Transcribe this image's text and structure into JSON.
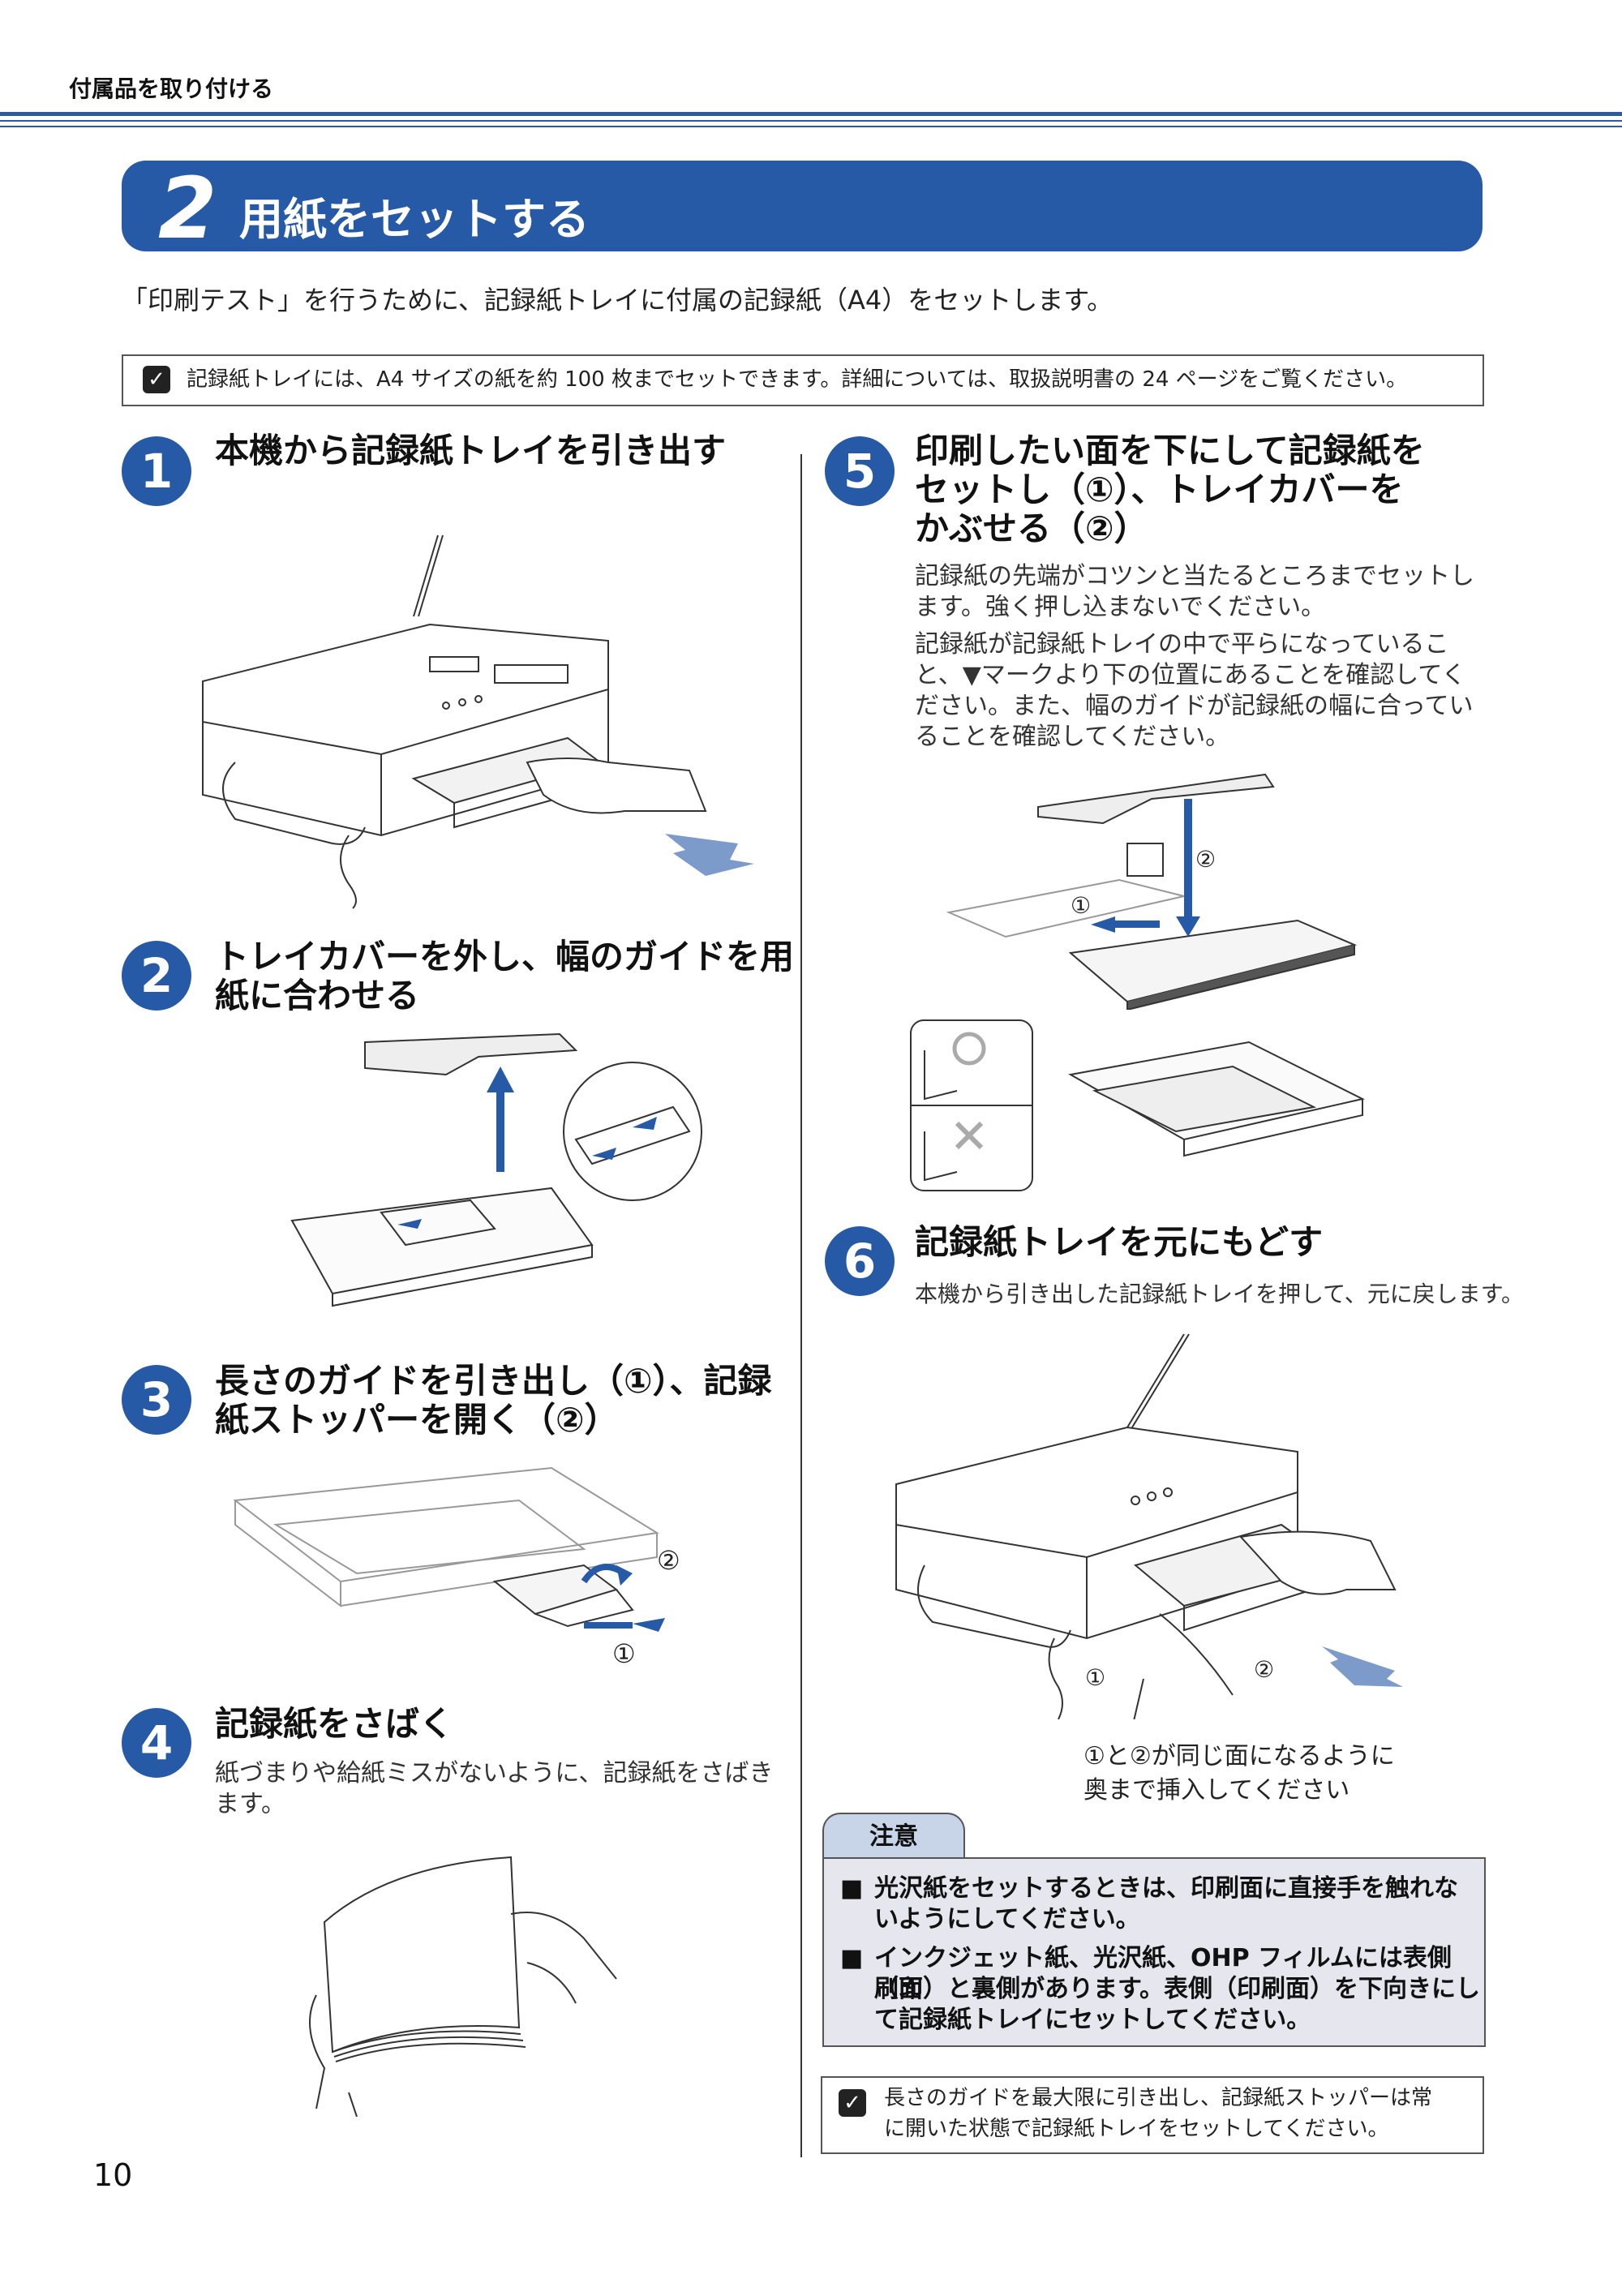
{
  "header": {
    "running_head": "付属品を取り付ける"
  },
  "section": {
    "number": "2",
    "title": "用紙をセットする",
    "intro": "「印刷テスト」を行うために、記録紙トレイに付属の記録紙（A4）をセットします。",
    "note": "記録紙トレイには、A4 サイズの紙を約 100 枚までセットできます。詳細については、取扱説明書の 24 ページをご覧ください。"
  },
  "steps": [
    {
      "number": "1",
      "title": "本機から記録紙トレイを引き出す"
    },
    {
      "number": "2",
      "title_line1": "トレイカバーを外し、幅のガイドを用",
      "title_line2": "紙に合わせる"
    },
    {
      "number": "3",
      "title_line1": "長さのガイドを引き出し（①）、記録",
      "title_line2": "紙ストッパーを開く（②）",
      "callout_1": "①",
      "callout_2": "②"
    },
    {
      "number": "4",
      "title": "記録紙をさばく",
      "body_line1": "紙づまりや給紙ミスがないように、記録紙をさばき",
      "body_line2": "ます。"
    },
    {
      "number": "5",
      "title_line1": "印刷したい面を下にして記録紙を",
      "title_line2": "セットし（①）、トレイカバーを",
      "title_line3": "かぶせる（②）",
      "body1_line1": "記録紙の先端がコツンと当たるところまでセットし",
      "body1_line2": "ます。強く押し込まないでください。",
      "body2_line1": "記録紙が記録紙トレイの中で平らになっているこ",
      "body2_line2": "と、▼マークより下の位置にあることを確認してく",
      "body2_line3": "ださい。また、幅のガイドが記録紙の幅に合ってい",
      "body2_line4": "ることを確認してください。",
      "callout_1": "①",
      "callout_2": "②",
      "ok_mark": "○",
      "ng_mark": "×"
    },
    {
      "number": "6",
      "title": "記録紙トレイを元にもどす",
      "body": "本機から引き出した記録紙トレイを押して、元に戻します。",
      "callout_1": "①",
      "callout_2": "②",
      "caption_line1": "①と②が同じ面になるように",
      "caption_line2": "奥まで挿入してください"
    }
  ],
  "caution": {
    "label": "注意",
    "bullet": "■",
    "item1_line1": "光沢紙をセットするときは、印刷面に直接手を触れな",
    "item1_line2": "いようにしてください。",
    "item2_line1": "インクジェット紙、光沢紙、OHP フィルムには表側（印",
    "item2_line2": "刷面）と裏側があります。表側（印刷面）を下向きにし",
    "item2_line3": "て記録紙トレイにセットしてください。"
  },
  "bottom_note": {
    "line1": "長さのガイドを最大限に引き出し、記録紙ストッパーは常",
    "line2": "に開いた状態で記録紙トレイをセットしてください。"
  },
  "page_number": "10",
  "icons": {
    "note": "memo-check-icon"
  },
  "colors": {
    "accent": "#2659a6",
    "caution_tab": "#c8d4e8",
    "caution_bg": "#e6e6ee"
  }
}
